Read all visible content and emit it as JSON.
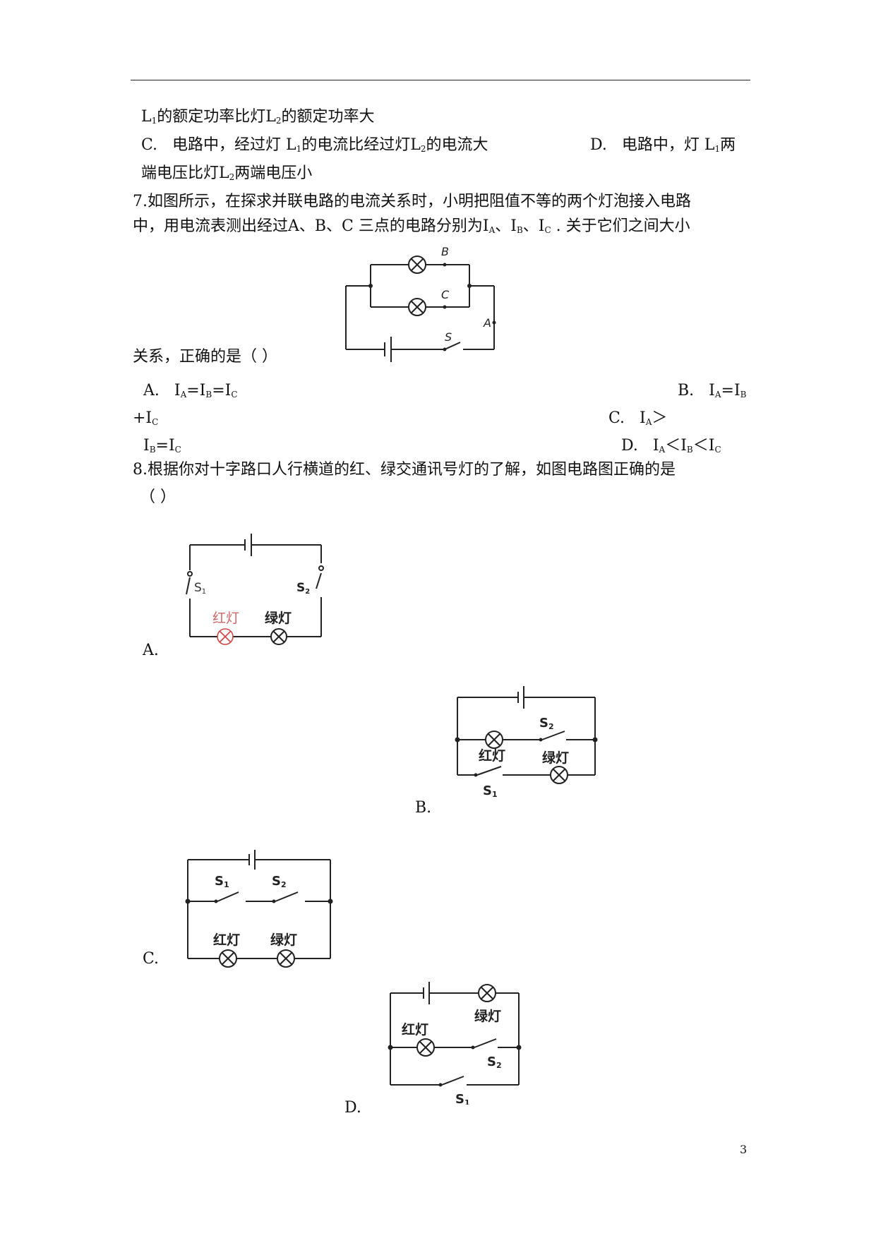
{
  "q6": {
    "line1": {
      "l1": "L",
      "l1_sub": "1",
      "mid": "的额定功率比灯L",
      "l2_sub": "2",
      "end": "的额定功率大"
    },
    "c": {
      "label": "C.",
      "t1": "电路中，经过灯 L",
      "s1": "1",
      "t2": "的电流比经过灯L",
      "s2": "2",
      "t3": "的电流大"
    },
    "d": {
      "label": "D.",
      "t1": "电路中，灯 L",
      "s1": "1",
      "t2": "两"
    },
    "d_cont": {
      "t1": "端电压比灯L",
      "s1": "2",
      "t2": "两端电压小"
    }
  },
  "q7": {
    "line1": "7.如图所示，在探求并联电路的电流关系时，小明把阻值不等的两个灯泡接入电路",
    "line2": {
      "t1": "中，用电流表测出经过A、B、C 三点的电路分别为I",
      "s1": "A",
      "t2": "、I",
      "s2": "B",
      "t3": "、I",
      "s3": "C",
      "t4": " .   关于它们之间大小"
    },
    "line3": "关系，正确的是（        ）",
    "figure": {
      "B": "B",
      "C": "C",
      "A": "A",
      "S": "S"
    },
    "optA": {
      "label": "A.",
      "t1": "I",
      "s1": "A",
      "t2": "=I",
      "s2": "B",
      "t3": "=I",
      "s3": "C"
    },
    "optB": {
      "label": "B.",
      "t1": "I",
      "s1": "A",
      "t2": "=I",
      "s2": "B"
    },
    "optB_cont": {
      "t1": "+I",
      "s1": "C"
    },
    "optC": {
      "label": "C.",
      "t1": "I",
      "s1": "A",
      "t2": "＞"
    },
    "optC_cont": {
      "t1": "I",
      "s1": "B",
      "t2": "=I",
      "s2": "C"
    },
    "optD": {
      "label": "D.",
      "t1": "I",
      "s1": "A",
      "t2": "＜I",
      "s2": "B",
      "t3": "＜I",
      "s3": "C"
    }
  },
  "q8": {
    "line1": "8.根据你对十字路口人行横道的红、绿交通讯号灯的了解，如图电路图正确的是",
    "line2": "（        ）",
    "labels": {
      "A": "A.",
      "B": "B.",
      "C": "C.",
      "D": "D."
    },
    "red": "红灯",
    "green": "绿灯",
    "s1": "S",
    "s1_sub": "1",
    "s2": "S",
    "s2_sub": "2"
  },
  "page_number": "3"
}
